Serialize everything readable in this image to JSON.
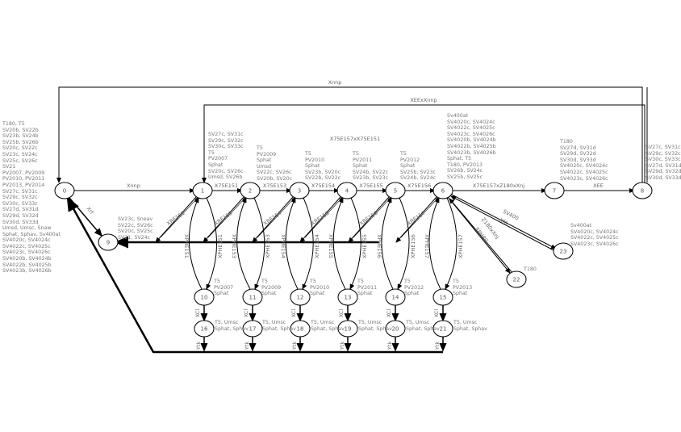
{
  "loops": {
    "top": "Xnnp",
    "second": "XEExXnnp",
    "mid": "X75E157xX75E151"
  },
  "nodes": [
    "0",
    "1",
    "2",
    "3",
    "4",
    "5",
    "6",
    "7",
    "8",
    "9",
    "10",
    "11",
    "12",
    "13",
    "14",
    "15",
    "16",
    "17",
    "18",
    "19",
    "20",
    "21",
    "22",
    "23"
  ],
  "edges": {
    "e01": "Xnnp",
    "e12": "X75E151",
    "e23": "X75E153",
    "e34": "X75E154",
    "e45": "X75E155",
    "e56": "X75E156",
    "e67": "X75E157xZ180xXnj",
    "e78": "XEE",
    "e09": "Xrf",
    "diag": [
      "XRE151",
      "XRE153",
      "XRE154",
      "XRE155",
      "XRE156",
      "XRE157"
    ],
    "down": [
      "XPHE151",
      "XPHE153",
      "XPHE154",
      "XPHE155",
      "XPHE156",
      "XPHE157"
    ],
    "up": [
      "XPHE151",
      "XPHE153",
      "XPHE154",
      "XPHE155",
      "XPHE156",
      "XPHE157"
    ],
    "mid": "XCl",
    "bot": "Ytk",
    "e623a": "SV400",
    "e623b": "Xfd",
    "e622a": "Z180xXnj",
    "e622b": "XPH80"
  },
  "blocks": {
    "left": "T180, T5\nSV20b, SV22b\nSV23b, SV24b\nSV25b, SV26b\nSV20c, SV22c\nSV23c, SV24c\nSV25c, SV26c\nSV21\nPV2007, PV2009\nPV2010, PV2011\nPV2013, PV2014\nSV27c, SV31c\nSV29c, SV32c\nSV30c, SV33c\nSV27d, SV31d\nSV29d, SV32d\nSV30d, SV33d\nUmsd, Umsc, Snaw\nSphat, Sphav, Sv400at\nSV4020c, SV4024c\nSV4022c, SV4025c\nSV4023c, SV4026c\nSV4020b, SV4024b\nSV4022b, SV4025b\nSV4023b, SV4026b",
    "n1": "SV27c, SV31c\nSV29c, SV32c\nSV30c, SV33c\nT5\nPV2007\nSphat\nSV20c, SV26c\nUmsd, SV26b",
    "n2": "T5\nPV2009\nSphat\nUmsd\nSV22c, SV26c\nSV20b, SV20c",
    "n3": "T5\nPV2010\nSphat\nSV23b, SV20c\nSV22b, SV22c",
    "n4": "T5\nPV2011\nSphat\nSV24b, SV22c\nSV23b, SV23c",
    "n5": "T5\nPV2012\nSphat\nSV25b, SV23c\nSV24b, SV24c",
    "n6": "Sv400at\nSV4020c, SV4024c\nSV4022c, SV4025c\nSV4023c, SV4026c\nSV4020b, SV4024b\nSV4022b, SV4025b\nSV4023b, SV4026b\nSphat, T5\nT180, PV2013\nSV26b, SV24c\nSV25b, SV25c",
    "n7": "T180\nSV27d, SV31d\nSV29d, SV32d\nSV30d, SV33d\nSV4020c, SV4024c\nSV4022c, SV4025c\nSV4023c, SV4026c",
    "n8": "SV27c, SV31c\nSV29c, SV32c\nSV30c, SV33c\nSV27d, SV31d\nSV29d, SV32d\nSV30d, SV33d",
    "n9": "SV23c, Sneav\nSV22c, SV26c\nSV20c, SV25c\nSV21, SV24c",
    "n10": "T5\nPV2007\nSphat",
    "n11": "T5\nPV2009\nSphat",
    "n12": "T5\nPV2010\nSphat",
    "n13": "T5\nPV2011\nSphat",
    "n14": "T5\nPV2012\nSphat",
    "n15": "T5\nPV2013\nSphat",
    "lower": "T5, Umsc\nSphat, Sphav",
    "n22": "T180",
    "n23": "Sv400at\nSV4020c, SV4024c\nSV4022c, SV4025c\nSV4023c, SV4026c"
  }
}
